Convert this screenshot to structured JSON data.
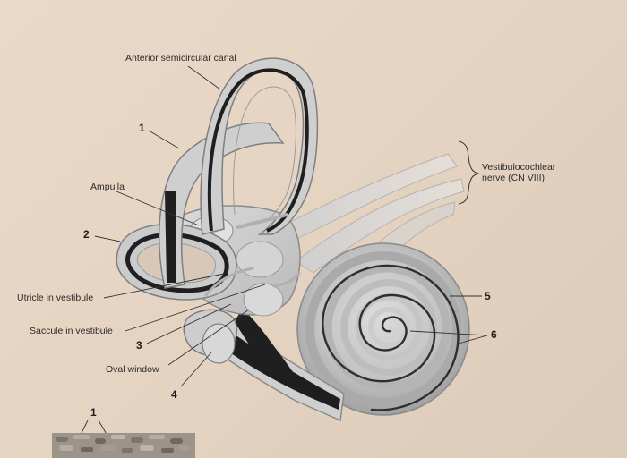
{
  "labels": {
    "anterior_canal": "Anterior semicircular canal",
    "ampulla": "Ampulla",
    "utricle": "Utricle in vestibule",
    "saccule": "Saccule in vestibule",
    "oval_window": "Oval window",
    "nerve_line1": "Vestibulocochlear",
    "nerve_line2": "nerve (CN VIII)"
  },
  "numbers": {
    "n1": "1",
    "n2": "2",
    "n3": "3",
    "n4": "4",
    "n5": "5",
    "n6": "6",
    "n1_bottom": "1"
  },
  "colors": {
    "background": "#e8d7c6",
    "bony_labyrinth": "#cfcfcf",
    "membrane": "#2a2a2a",
    "leader_line": "#333333"
  }
}
